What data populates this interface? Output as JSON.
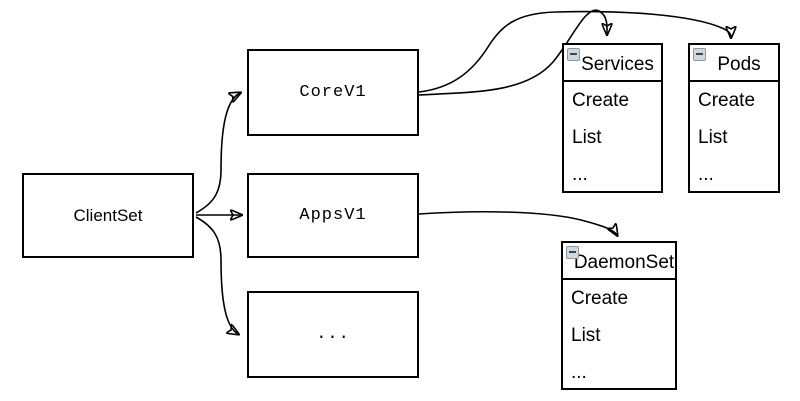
{
  "diagram": {
    "background_color": "#ffffff",
    "line_color": "#000000",
    "nodes": {
      "clientset": {
        "label": "ClientSet"
      },
      "corev1": {
        "label": "CoreV1"
      },
      "appsv1": {
        "label": "AppsV1"
      },
      "ellipsis": {
        "label": "..."
      }
    },
    "class_boxes": {
      "services": {
        "title": "Services",
        "icon": "collapse-minus-icon",
        "items": [
          "Create",
          "List",
          "..."
        ]
      },
      "pods": {
        "title": "Pods",
        "icon": "collapse-minus-icon",
        "items": [
          "Create",
          "List",
          "..."
        ]
      },
      "daemonset": {
        "title": "DaemonSet",
        "icon": "collapse-minus-icon",
        "items": [
          "Create",
          "List",
          "..."
        ]
      }
    },
    "collapse_icon": {
      "glyph": "minus",
      "fill": "#cfd8dc",
      "border": "#90989e"
    },
    "edges": [
      {
        "from": "ClientSet",
        "to": "CoreV1"
      },
      {
        "from": "ClientSet",
        "to": "AppsV1"
      },
      {
        "from": "ClientSet",
        "to": "..."
      },
      {
        "from": "CoreV1",
        "to": "Services"
      },
      {
        "from": "CoreV1",
        "to": "Pods"
      },
      {
        "from": "AppsV1",
        "to": "DaemonSet"
      }
    ]
  }
}
